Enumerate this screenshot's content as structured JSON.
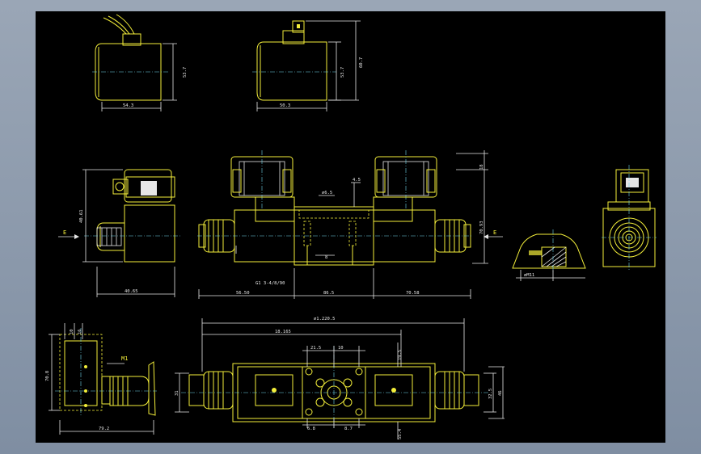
{
  "drawing": {
    "colors": {
      "background": "#000000",
      "outline": "#f3ee3a",
      "dimension": "#e6e6e6",
      "centerline": "#6fd3e8",
      "frame": "#8a98aa"
    },
    "coil_views": {
      "left_width": "54.3",
      "left_height": "53.7",
      "right_width": "50.3",
      "right_height": "53.7",
      "right_total_height": "60.7"
    },
    "front_view": {
      "left_width": "40.65",
      "left_height": "40.61",
      "section_label_left": "E",
      "section_label_right": "E",
      "dim_left": "56.50",
      "dim_mid": "86.5",
      "dim_right": "70.58",
      "dim_top_right": "18",
      "dim_right_height": "70.93",
      "dim_hole": "∅6.5",
      "dim_small": "4.5",
      "dim_port": "8",
      "thread_note": "G1 3-4/8/90"
    },
    "section_view": {
      "hole_label": "∅M11"
    },
    "plan_view": {
      "total_length": "∅1.220.5",
      "sub_length": "18.165",
      "dim_a": "21.5",
      "dim_b": "10",
      "dim_c": "19.5",
      "dim_d": "6.8",
      "dim_e": "8.7",
      "dim_right_a": "32.5",
      "dim_right_b": "46",
      "dim_bottom_right": "55.4",
      "dim_left": "31"
    },
    "side_view": {
      "height": "70.8",
      "width": "79.2",
      "label": "M1",
      "top_dim_a": "10",
      "top_dim_b": "16"
    }
  }
}
